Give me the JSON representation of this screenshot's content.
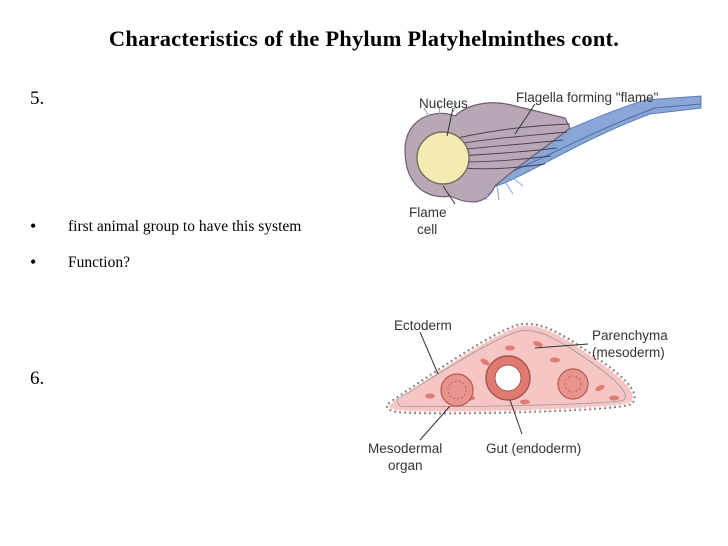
{
  "slide": {
    "title": "Characteristics of the Phylum Platyhelminthes cont.",
    "item5_number": "5.",
    "bullets": [
      {
        "marker": "•",
        "text": "first animal group to have this system"
      },
      {
        "marker": "•",
        "text": "Function?"
      }
    ],
    "item6_number": "6."
  },
  "flame_cell_figure": {
    "labels": {
      "nucleus": "Nucleus",
      "flagella": "Flagella forming \"flame\"",
      "flame": "Flame",
      "cell": "cell"
    },
    "colors": {
      "cell_body": "#b8a8b6",
      "nucleus": "#f3eab4",
      "tubule": "#8aa6d6"
    }
  },
  "cross_section_figure": {
    "labels": {
      "ectoderm": "Ectoderm",
      "parenchyma": "Parenchyma",
      "mesoderm": "(mesoderm)",
      "mesodermal": "Mesodermal",
      "organ": "organ",
      "gut": "Gut (endoderm)"
    },
    "colors": {
      "body_fill": "#f6c6c4",
      "parenchyma_cells": "#e07b72",
      "ectoderm_cells": "#ffffff"
    }
  }
}
